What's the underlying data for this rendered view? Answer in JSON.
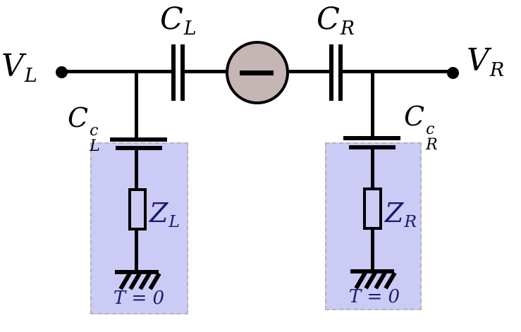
{
  "diagram": {
    "colors": {
      "wire": "#000000",
      "island_fill": "#c5b5b5",
      "box_fill": "#cbcbf6",
      "box_border": "#b4b4b4",
      "impedance_text": "#1b1b6e"
    },
    "labels": {
      "v_left": {
        "main": "V",
        "sub": "L"
      },
      "v_right": {
        "main": "V",
        "sub": "R"
      },
      "c_left": {
        "main": "C",
        "sub": "L"
      },
      "c_right": {
        "main": "C",
        "sub": "R"
      },
      "c_left_coupling": {
        "main": "C",
        "sup": "c",
        "sub": "L"
      },
      "c_right_coupling": {
        "main": "C",
        "sup": "c",
        "sub": "R"
      },
      "z_left": {
        "main": "Z",
        "sub": "L"
      },
      "z_right": {
        "main": "Z",
        "sub": "R"
      },
      "t_left": "T = 0",
      "t_right": "T = 0",
      "island_symbol": "−"
    }
  }
}
